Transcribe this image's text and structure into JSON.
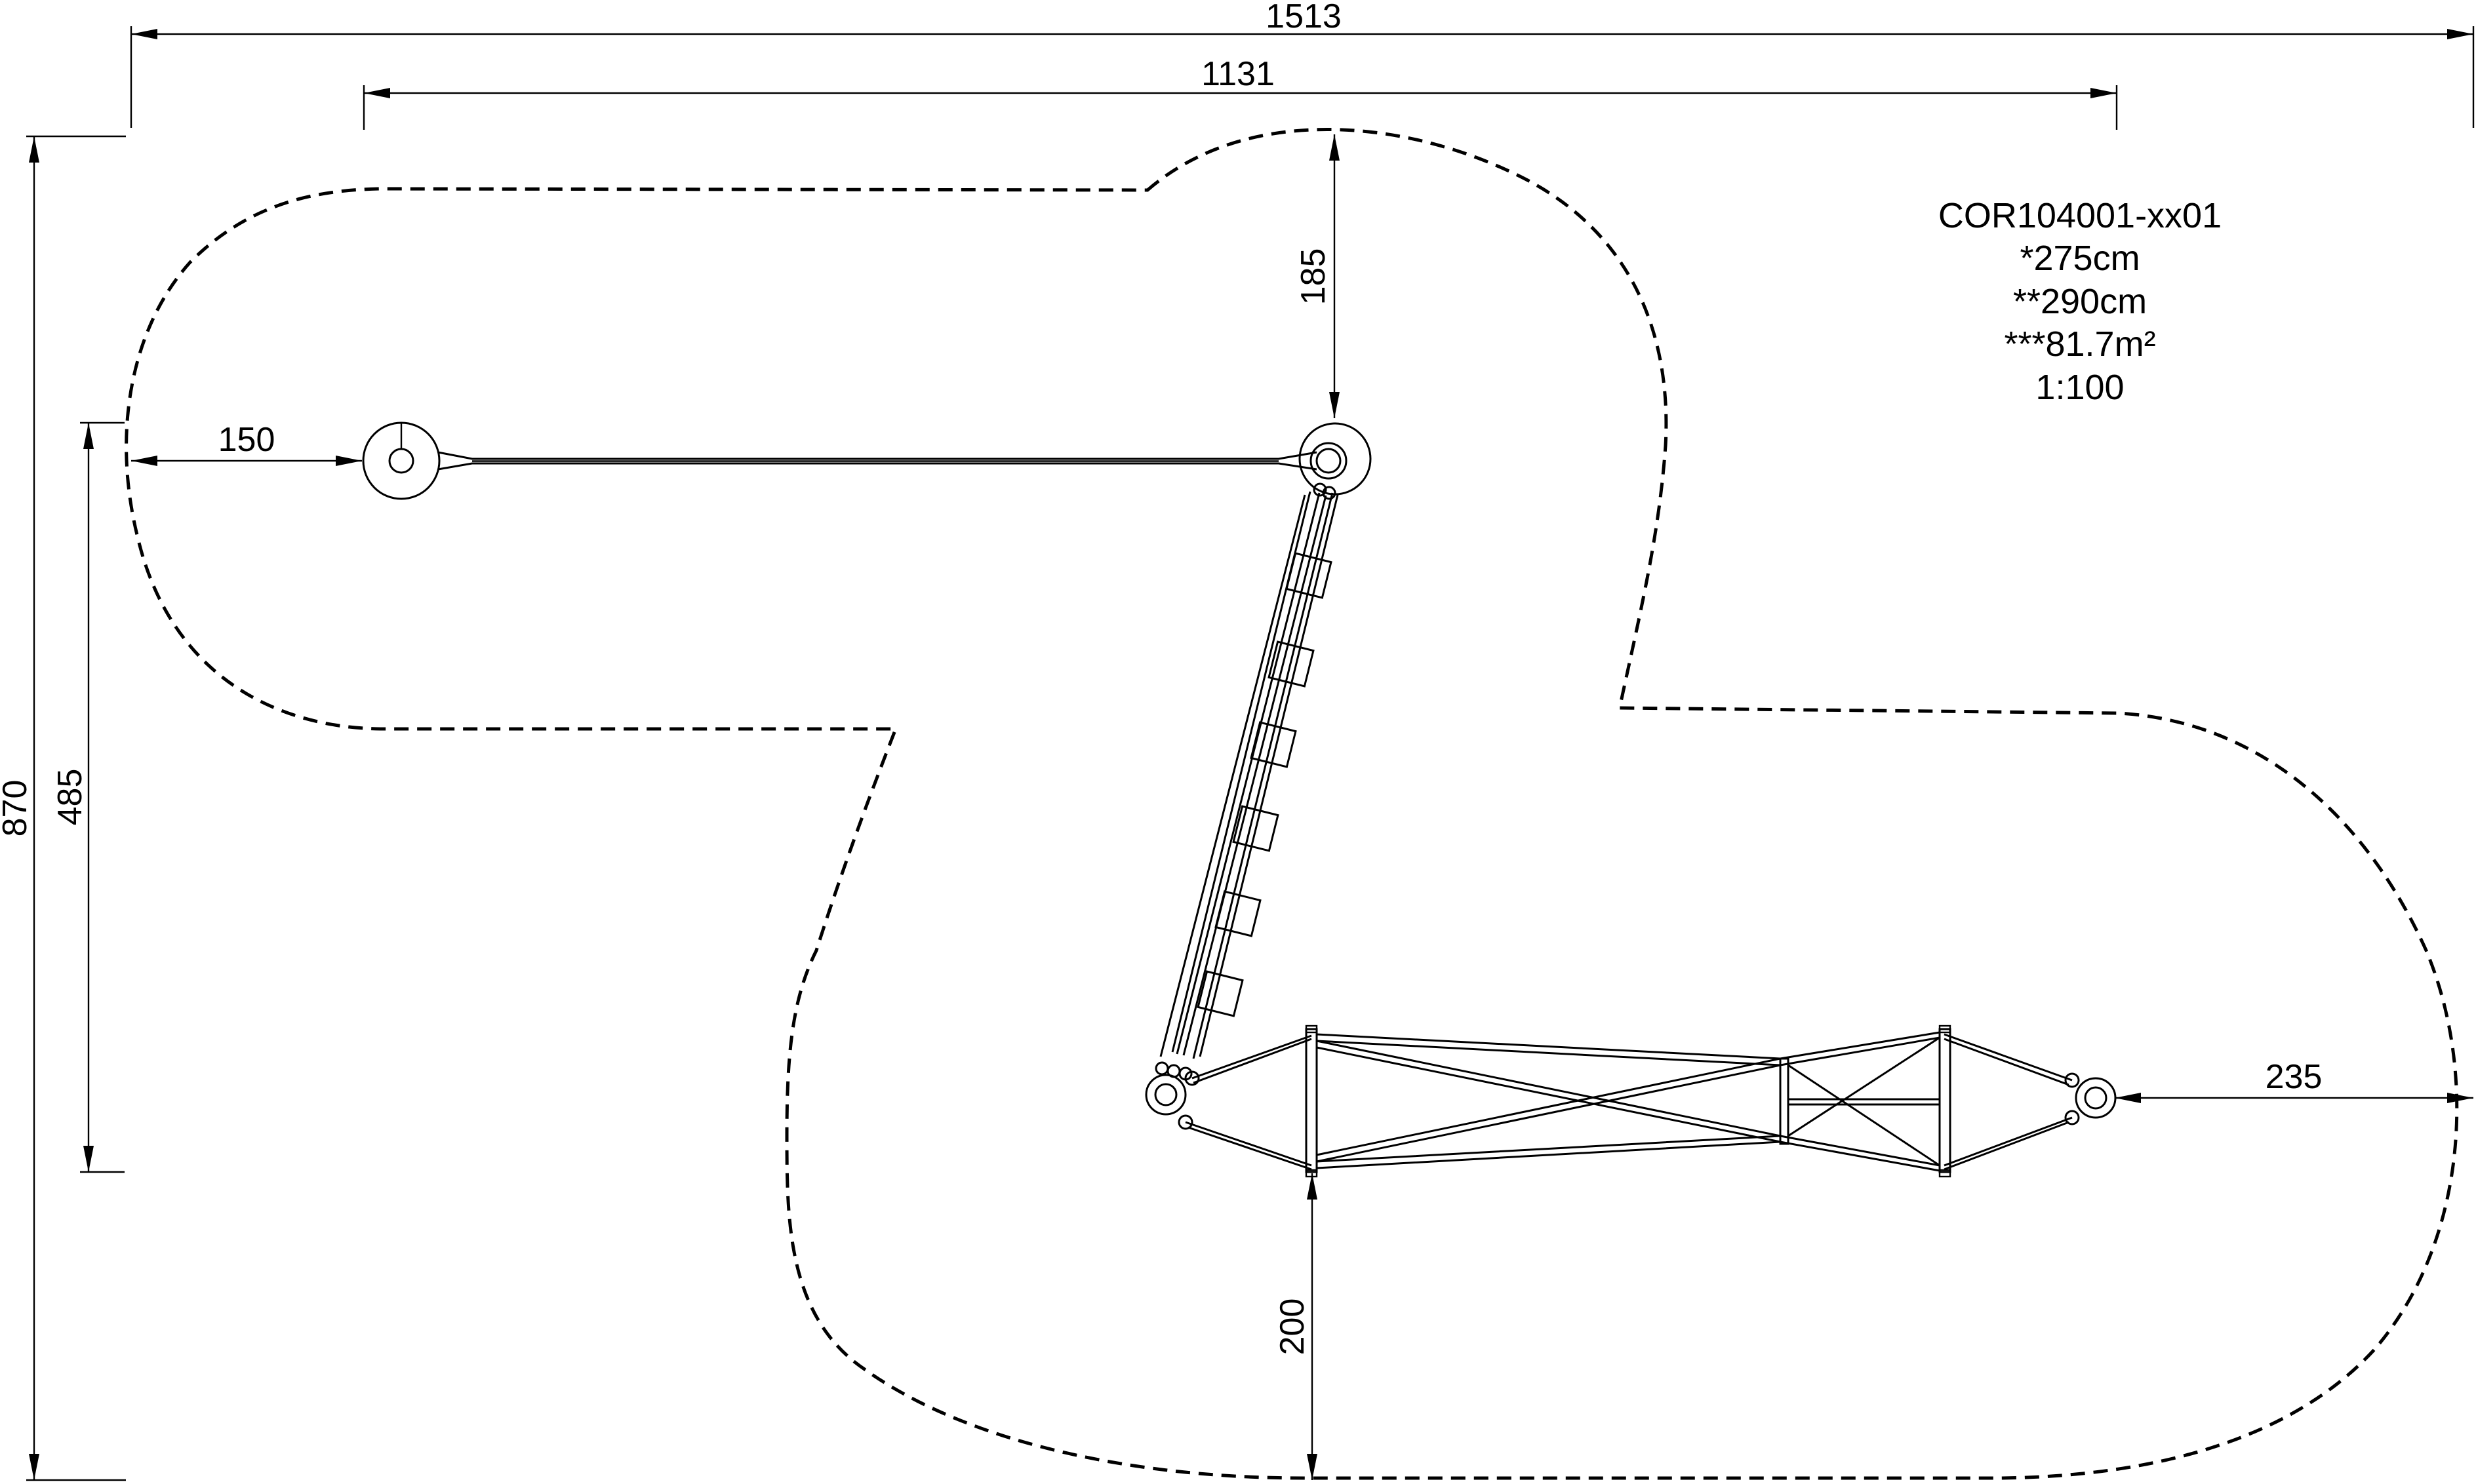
{
  "drawing": {
    "product_code": "COR104001-xx01",
    "notes": [
      "*275cm",
      "**290cm",
      "***81.7m²",
      "1:100"
    ],
    "dimensions": {
      "overall_width": "1513",
      "inner_width": "1131",
      "overall_height": "870",
      "left_height": "485",
      "left_clearance": "150",
      "top_clearance": "185",
      "right_clearance": "235",
      "bottom_clearance": "200"
    }
  }
}
